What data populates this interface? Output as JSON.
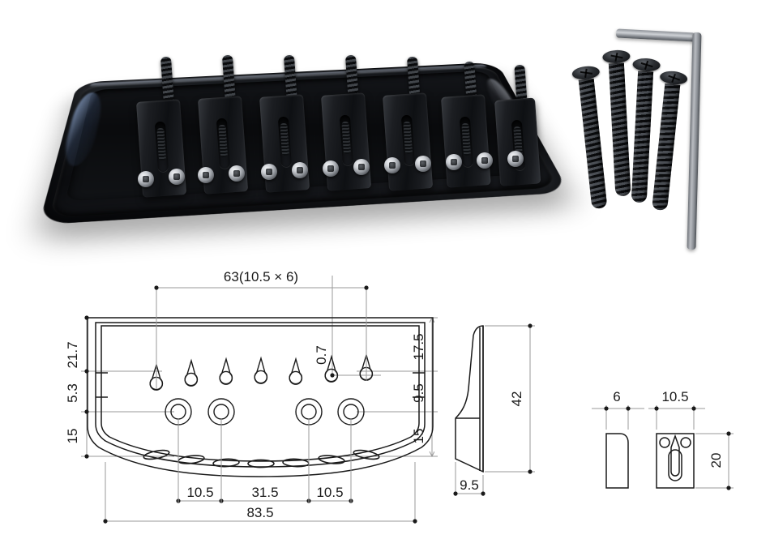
{
  "product": {
    "name": "7-string hardtail guitar bridge (black)",
    "photo": {
      "bridge_label": "guitar-bridge-black",
      "saddle_count": 7,
      "hardware": {
        "screws_count": 4,
        "screw_label": "mounting-screw",
        "wrench_label": "allen-key"
      }
    }
  },
  "drawings": {
    "top_view": {
      "name": "top-view",
      "dimensions": {
        "top_span": "63(10.5 × 6)",
        "offset_small": "0.7",
        "left": [
          "21.7",
          "5.3",
          "15"
        ],
        "right": [
          "17.5",
          "9.5",
          "15"
        ],
        "bottom_segments": [
          "10.5",
          "31.5",
          "10.5"
        ],
        "overall_width": "83.5"
      },
      "features": {
        "string_slots": 7,
        "screw_holes": 4,
        "string_through_ovals": 7
      }
    },
    "side_view": {
      "name": "side-view",
      "dimensions": {
        "height": "42",
        "base_thickness": "9.5"
      }
    },
    "saddle_side_view": {
      "name": "saddle-side-view",
      "dimensions": {
        "width": "6"
      }
    },
    "saddle_top_view": {
      "name": "saddle-top-view",
      "dimensions": {
        "width": "10.5",
        "length": "20"
      }
    }
  },
  "colors": {
    "line": "#1a1a1a",
    "dimension_line": "#9a9a9a",
    "background": "#ffffff",
    "metal": "#b9bcc1",
    "black_part": "#101216"
  }
}
